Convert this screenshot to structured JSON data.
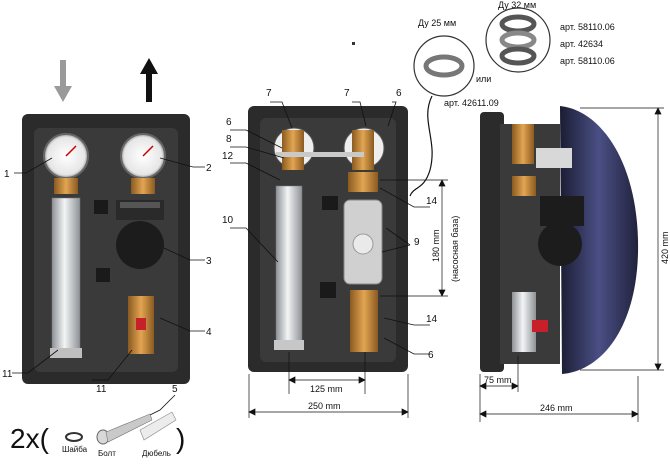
{
  "callouts": {
    "n1": "1",
    "n2": "2",
    "n3": "3",
    "n4": "4",
    "n5": "5",
    "n11a": "11",
    "n11b": "11",
    "n7a": "7",
    "n7b": "7",
    "n6a": "6",
    "n6b": "6",
    "n6c": "6",
    "n8": "8",
    "n12": "12",
    "n10": "10",
    "n14a": "14",
    "n14b": "14",
    "n9": "9"
  },
  "dimensions": {
    "width_front": "250 mm",
    "center_distance": "125 mm",
    "pump_base": "180 mm",
    "pump_base_note": "(насосная база)",
    "height": "420 mm",
    "depth": "246 mm",
    "offset": "75 mm"
  },
  "gaskets": {
    "du25": "Ду 25 мм",
    "du32": "Ду 32 мм",
    "or": "или",
    "art_25": "арт. 42611.09",
    "art_32_a": "арт. 58110.06",
    "art_32_b": "арт. 42634",
    "art_32_c": "арт. 58110.06"
  },
  "kit": {
    "multiplier": "2x(",
    "close": ")",
    "washer": "Шайба",
    "bolt": "Болт",
    "dowel": "Дюбель"
  },
  "colors": {
    "insulation": "#2b2b2b",
    "insulation_inner": "#3a3a3a",
    "brass": "#c8893a",
    "copper": "#b86a2a",
    "chrome": "#cfd3d6",
    "pump": "#1c1c1c",
    "red_handle": "#c8202a",
    "arrow_down": "#9a9a9a",
    "arrow_up": "#111111",
    "side_blue": "#3b3f6e"
  }
}
